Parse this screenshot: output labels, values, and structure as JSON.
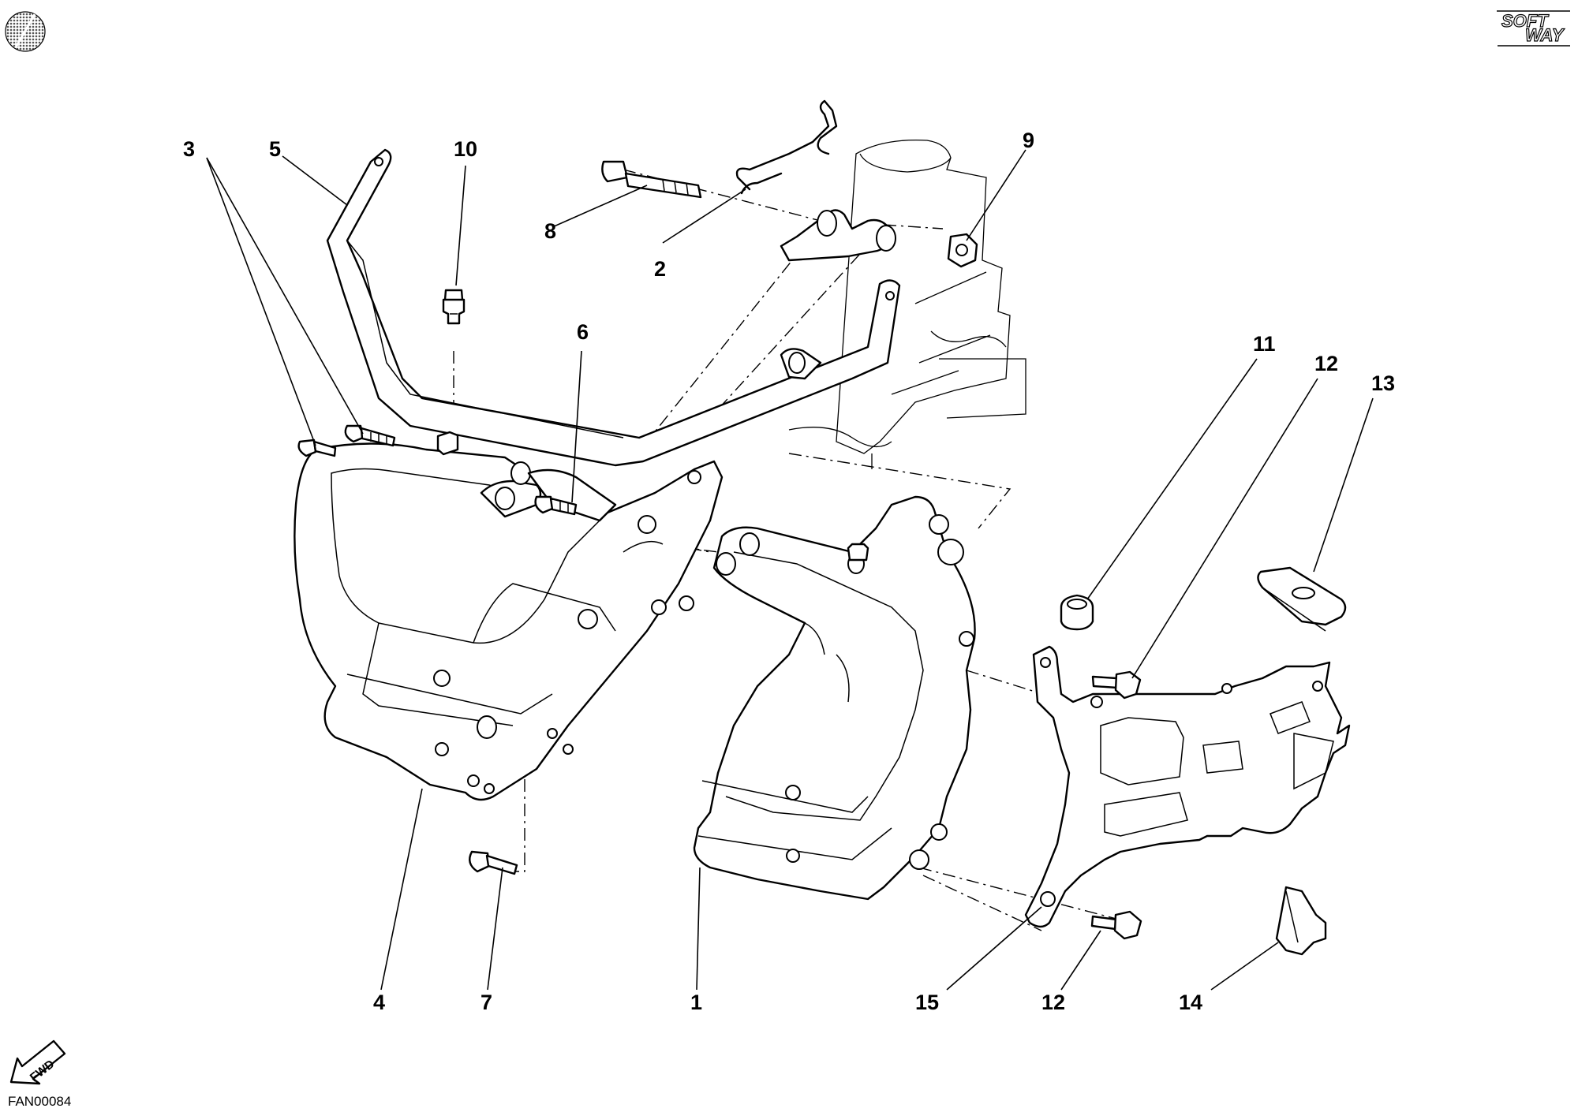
{
  "brand": {
    "line1": "SOFT",
    "line2": "WAY"
  },
  "drawing_ref": "FAN00084",
  "direction_label": "FWD",
  "callouts": [
    {
      "id": "c1",
      "text": "1"
    },
    {
      "id": "c2",
      "text": "2"
    },
    {
      "id": "c3",
      "text": "3"
    },
    {
      "id": "c4",
      "text": "4"
    },
    {
      "id": "c5",
      "text": "5"
    },
    {
      "id": "c6",
      "text": "6"
    },
    {
      "id": "c7",
      "text": "7"
    },
    {
      "id": "c8",
      "text": "8"
    },
    {
      "id": "c9",
      "text": "9"
    },
    {
      "id": "c10",
      "text": "10"
    },
    {
      "id": "c11",
      "text": "11"
    },
    {
      "id": "c12a",
      "text": "12"
    },
    {
      "id": "c12b",
      "text": "12"
    },
    {
      "id": "c13",
      "text": "13"
    },
    {
      "id": "c14",
      "text": "14"
    },
    {
      "id": "c15",
      "text": "15"
    }
  ]
}
